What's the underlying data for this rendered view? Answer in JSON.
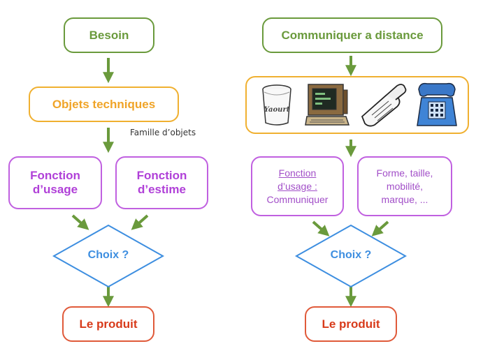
{
  "left": {
    "need": "Besoin",
    "objects": "Objets techniques",
    "family_note": "Famille d’objets",
    "usage_line1": "Fonction",
    "usage_line2": "d’usage",
    "esteem_line1": "Fonction",
    "esteem_line2": "d’estime",
    "choice": "Choix ?",
    "product": "Le produit"
  },
  "right": {
    "need": "Communiquer a distance",
    "yaourt_label": "Yaourt",
    "usage_line1": "Fonction",
    "usage_line2": "d’usage :",
    "usage_line3": "Communiquer",
    "esteem_line1": "Forme, taille,",
    "esteem_line2": "mobilité,",
    "esteem_line3": "marque, ...",
    "choice": "Choix ?",
    "product": "Le produit"
  },
  "colors": {
    "green": "#6a9a3c",
    "orange": "#f0b030",
    "purple": "#c060e0",
    "blue": "#3d8ee0",
    "red": "#e05a3a"
  }
}
